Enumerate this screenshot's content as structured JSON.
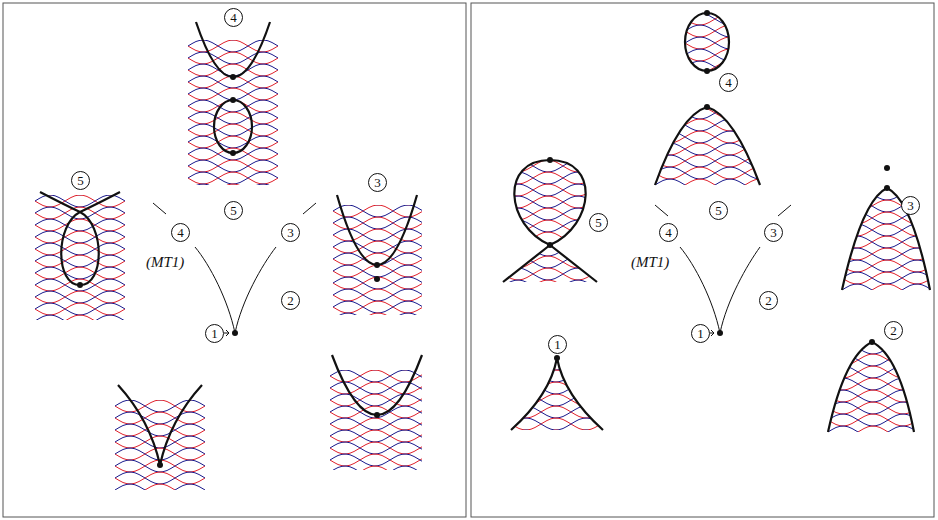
{
  "diagram": {
    "labels": [
      "4",
      "5",
      "3",
      "4",
      "5",
      "3",
      "(MT1)",
      "2",
      "1",
      "4",
      "5",
      "3",
      "2",
      "1",
      "4",
      "5",
      "3",
      "(MT1)",
      "2",
      "1"
    ]
  }
}
